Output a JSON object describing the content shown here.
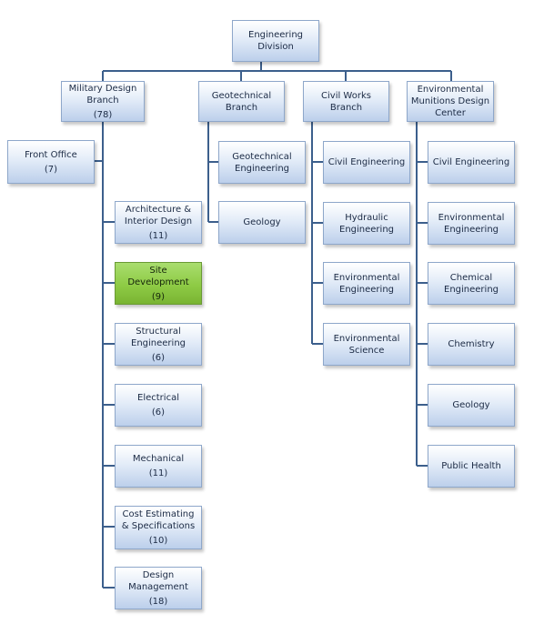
{
  "org": {
    "root": {
      "label": "Engineering Division"
    },
    "branches": {
      "military": {
        "label": "Military Design Branch",
        "count": "(78)"
      },
      "geotech": {
        "label": "Geotechnical Branch"
      },
      "civil": {
        "label": "Civil Works Branch"
      },
      "env": {
        "label": "Environmental Munitions Design Center"
      }
    },
    "front_office": {
      "label": "Front Office",
      "count": "(7)"
    },
    "military_units": [
      {
        "label": "Architecture & Interior Design",
        "count": "(11)"
      },
      {
        "label": "Site Development",
        "count": "(9)"
      },
      {
        "label": "Structural Engineering",
        "count": "(6)"
      },
      {
        "label": "Electrical",
        "count": "(6)"
      },
      {
        "label": "Mechanical",
        "count": "(11)"
      },
      {
        "label": "Cost Estimating & Specifications",
        "count": "(10)"
      },
      {
        "label": "Design Management",
        "count": "(18)"
      }
    ],
    "geotech_units": [
      {
        "label": "Geotechnical Engineering"
      },
      {
        "label": "Geology"
      }
    ],
    "civil_units": [
      {
        "label": "Civil Engineering"
      },
      {
        "label": "Hydraulic Engineering"
      },
      {
        "label": "Environmental Engineering"
      },
      {
        "label": "Environmental Science"
      }
    ],
    "env_units": [
      {
        "label": "Civil Engineering"
      },
      {
        "label": "Environmental Engineering"
      },
      {
        "label": "Chemical Engineering"
      },
      {
        "label": "Chemistry"
      },
      {
        "label": "Geology"
      },
      {
        "label": "Public Health"
      }
    ]
  },
  "colors": {
    "connector": "#3c5f8c",
    "box_border": "#8ea7ca",
    "highlight": "#8ecb45"
  }
}
